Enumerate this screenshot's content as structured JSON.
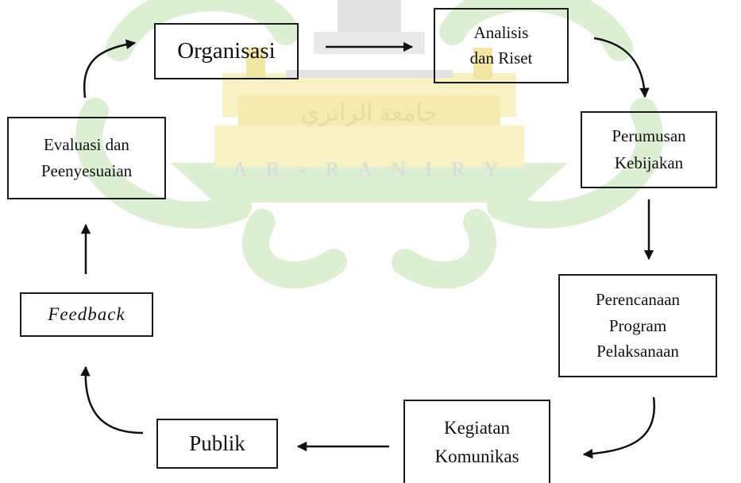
{
  "nodes": {
    "organisasi": "Organisasi",
    "analisis_line1": "Analisis",
    "analisis_line2": "dan Riset",
    "perumusan_line1": "Perumusan",
    "perumusan_line2": "Kebijakan",
    "perencanaan_line1": "Perencanaan",
    "perencanaan_line2": "Program",
    "perencanaan_line3": "Pelaksanaan",
    "kegiatan_line1": "Kegiatan",
    "kegiatan_line2": "Komunikas",
    "publik": "Publik",
    "feedback": "Feedback",
    "evaluasi_line1": "Evaluasi dan",
    "evaluasi_line2": "Peenyesuaian"
  },
  "watermark": {
    "arabic_text": "جامعة الرانري",
    "latin_text": "A R - R A N I R Y"
  },
  "colors": {
    "watermark_green": "#dcefd3",
    "watermark_yellow": "#f8f1c4",
    "watermark_gray": "#e2e2e2",
    "ink": "#111111"
  }
}
